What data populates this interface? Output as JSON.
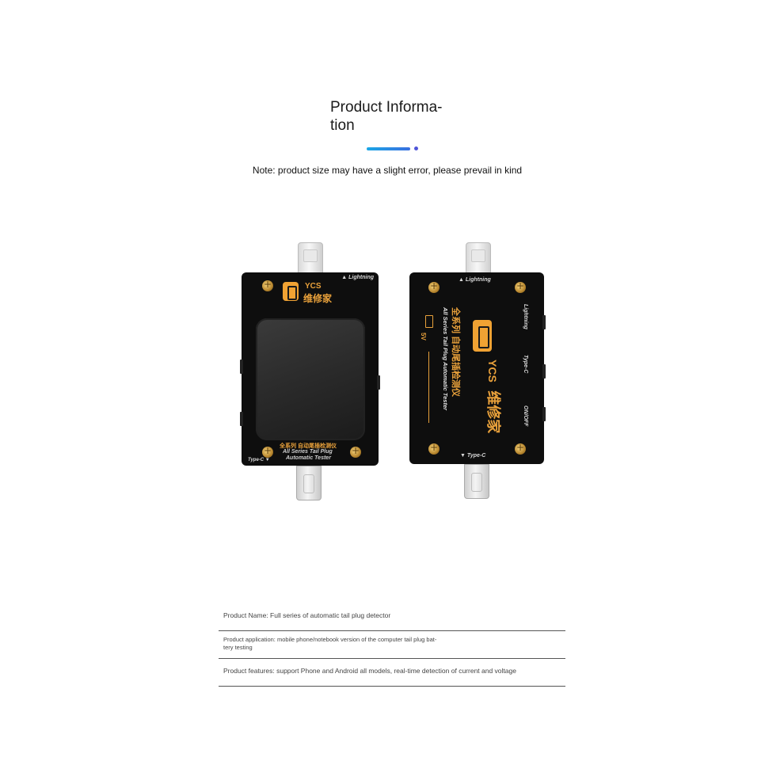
{
  "header": {
    "title": "Product Informa-\ntion",
    "note": "Note: product size may have a slight error, please prevail in kind"
  },
  "device_front": {
    "top_label": "▲ Lightning",
    "bottom_label": "Type-C ▼",
    "brand": "YCS",
    "brand_cn": "维修家",
    "caption_cn": "全系列 自动尾插检测仪",
    "caption_en_1": "All Series Tail Plug",
    "caption_en_2": "Automatic Tester"
  },
  "device_back": {
    "top_label": "▲ Lightning",
    "bottom_label": "▼ Type-C",
    "brand": "YCS",
    "brand_cn": "维修家",
    "title_cn": "全系列 自动尾插检测仪",
    "title_en": "All Series Tail Plug Automatic Tester",
    "voltage_label": "5V",
    "right_label_1": "Lightning",
    "right_label_2": "Type-C",
    "right_label_3": "ON/OFF"
  },
  "info": {
    "product_name": "Product Name: Full series of automatic tail plug detector",
    "product_application": "Product application: mobile phone/notebook version of the computer tail plug bat-\ntery testing",
    "product_features": "Product features: support  Phone and Android all models, real-time detection of current and voltage"
  },
  "colors": {
    "accent_gold": "#e9a13b",
    "accent_blue": "#1aa7e6",
    "accent_dot": "#4f55d8"
  }
}
